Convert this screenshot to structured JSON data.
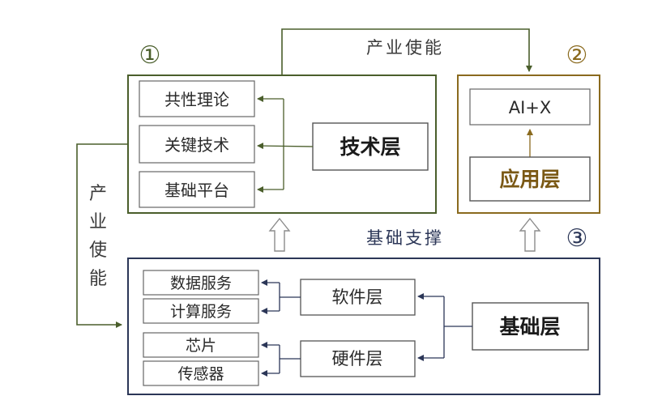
{
  "colors": {
    "green": "#4a5e2b",
    "gold": "#8a6a1e",
    "navy": "#2b3657",
    "grey_arrow": "#9a9a9a",
    "box_border": "#555555"
  },
  "markers": {
    "tech": "①",
    "app": "②",
    "base": "③"
  },
  "labels": {
    "industry_enable_top": "产业使能",
    "industry_enable_side": [
      "产",
      "业",
      "使",
      "能"
    ],
    "foundation_support": "基础支撑"
  },
  "tech_layer": {
    "title": "技术层",
    "items": [
      "共性理论",
      "关键技术",
      "基础平台"
    ]
  },
  "app_layer": {
    "title": "应用层",
    "item": "AI+X"
  },
  "base_layer": {
    "title": "基础层",
    "software": {
      "title": "软件层",
      "items": [
        "数据服务",
        "计算服务"
      ]
    },
    "hardware": {
      "title": "硬件层",
      "items": [
        "芯片",
        "传感器"
      ]
    }
  }
}
